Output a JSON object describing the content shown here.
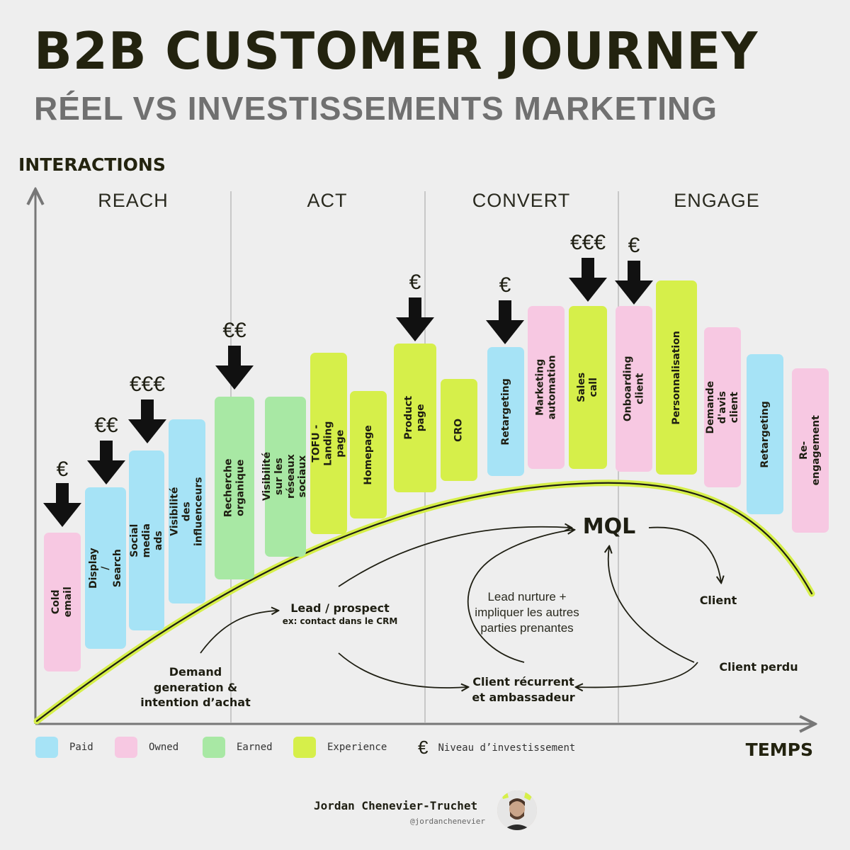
{
  "header": {
    "title": "B2B CUSTOMER JOURNEY",
    "subtitle": "RÉEL VS INVESTISSEMENTS MARKETING"
  },
  "axes": {
    "y_label": "INTERACTIONS",
    "x_label": "TEMPS"
  },
  "stages": [
    "REACH",
    "ACT",
    "CONVERT",
    "ENGAGE"
  ],
  "colors": {
    "paid": "#a6e3f6",
    "owned": "#f7c8e2",
    "earned": "#a8e8a4",
    "experience": "#d6ef4a",
    "curve": "#d6ef4a",
    "dark": "#1e1e12"
  },
  "touchpoints": [
    {
      "label": "Cold email",
      "category": "owned",
      "investment": "€"
    },
    {
      "label": "Display / Search",
      "category": "paid",
      "investment": "€€"
    },
    {
      "label": "Social media ads",
      "category": "paid",
      "investment": "€€€"
    },
    {
      "label": "Visibilité des influenceurs",
      "category": "paid",
      "investment": ""
    },
    {
      "label": "Recherche organique",
      "category": "earned",
      "investment": "€€"
    },
    {
      "label": "Visibilité sur les réseaux sociaux",
      "category": "earned",
      "investment": ""
    },
    {
      "label": "TOFU - Landing page",
      "category": "experience",
      "investment": ""
    },
    {
      "label": "Homepage",
      "category": "experience",
      "investment": ""
    },
    {
      "label": "Product page",
      "category": "experience",
      "investment": "€"
    },
    {
      "label": "CRO",
      "category": "experience",
      "investment": ""
    },
    {
      "label": "Retargeting",
      "category": "paid",
      "investment": "€"
    },
    {
      "label": "Marketing automation",
      "category": "owned",
      "investment": ""
    },
    {
      "label": "Sales call",
      "category": "experience",
      "investment": "€€€"
    },
    {
      "label": "Onboarding client",
      "category": "owned",
      "investment": "€"
    },
    {
      "label": "Personnalisation",
      "category": "experience",
      "investment": ""
    },
    {
      "label": "Demande d'avis client",
      "category": "owned",
      "investment": ""
    },
    {
      "label": "Retargeting",
      "category": "paid",
      "investment": ""
    },
    {
      "label": "Re-engagement",
      "category": "owned",
      "investment": ""
    }
  ],
  "flow": {
    "demand": "Demand generation & intention d’achat",
    "lead_title": "Lead / prospect",
    "lead_sub": "ex: contact dans le CRM",
    "mql": "MQL",
    "nurture": "Lead nurture + impliquer les autres parties prenantes",
    "client": "Client",
    "client_perdu": "Client perdu",
    "recurrent": "Client récurrent et ambassadeur"
  },
  "legend": [
    {
      "label": "Paid",
      "category": "paid"
    },
    {
      "label": "Owned",
      "category": "owned"
    },
    {
      "label": "Earned",
      "category": "earned"
    },
    {
      "label": "Experience",
      "category": "experience"
    }
  ],
  "legend_investment": {
    "symbol": "€",
    "label": "Niveau d’investissement"
  },
  "author": {
    "name": "Jordan Chenevier-Truchet",
    "handle": "@jordanchenevier"
  }
}
